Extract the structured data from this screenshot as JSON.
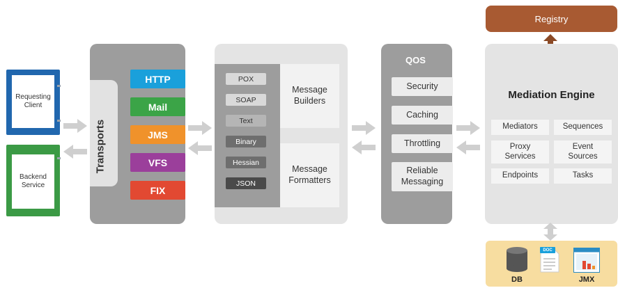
{
  "clients": {
    "requesting": "Requesting Client",
    "backend": "Backend Service"
  },
  "transports": {
    "title": "Transports",
    "protocols": [
      {
        "label": "HTTP",
        "color": "#1aa0db"
      },
      {
        "label": "Mail",
        "color": "#3ba447"
      },
      {
        "label": "JMS",
        "color": "#f0922b"
      },
      {
        "label": "VFS",
        "color": "#9b3f9b"
      },
      {
        "label": "FIX",
        "color": "#e24932"
      }
    ]
  },
  "message": {
    "formats": [
      {
        "label": "POX",
        "style": "light"
      },
      {
        "label": "SOAP",
        "style": "light"
      },
      {
        "label": "Text",
        "style": "mid"
      },
      {
        "label": "Binary",
        "style": "dark"
      },
      {
        "label": "Hessian",
        "style": "dark"
      },
      {
        "label": "JSON",
        "style": "darker"
      }
    ],
    "builders": "Message Builders",
    "formatters": "Message Formatters"
  },
  "qos": {
    "title": "QOS",
    "items": [
      "Security",
      "Caching",
      "Throttling",
      "Reliable Messaging"
    ]
  },
  "mediation": {
    "registry": "Registry",
    "title": "Mediation Engine",
    "items": [
      "Mediators",
      "Sequences",
      "Proxy Services",
      "Event Sources",
      "Endpoints",
      "Tasks"
    ]
  },
  "storage": {
    "db": "DB",
    "doc": "DOC",
    "jmx": "JMX"
  },
  "colors": {
    "client_requesting": "#2167ae",
    "client_backend": "#3b9a45",
    "registry": "#a85a32",
    "panel_dark": "#9d9d9d",
    "panel_light": "#e4e4e4",
    "storage": "#f7dda0"
  }
}
